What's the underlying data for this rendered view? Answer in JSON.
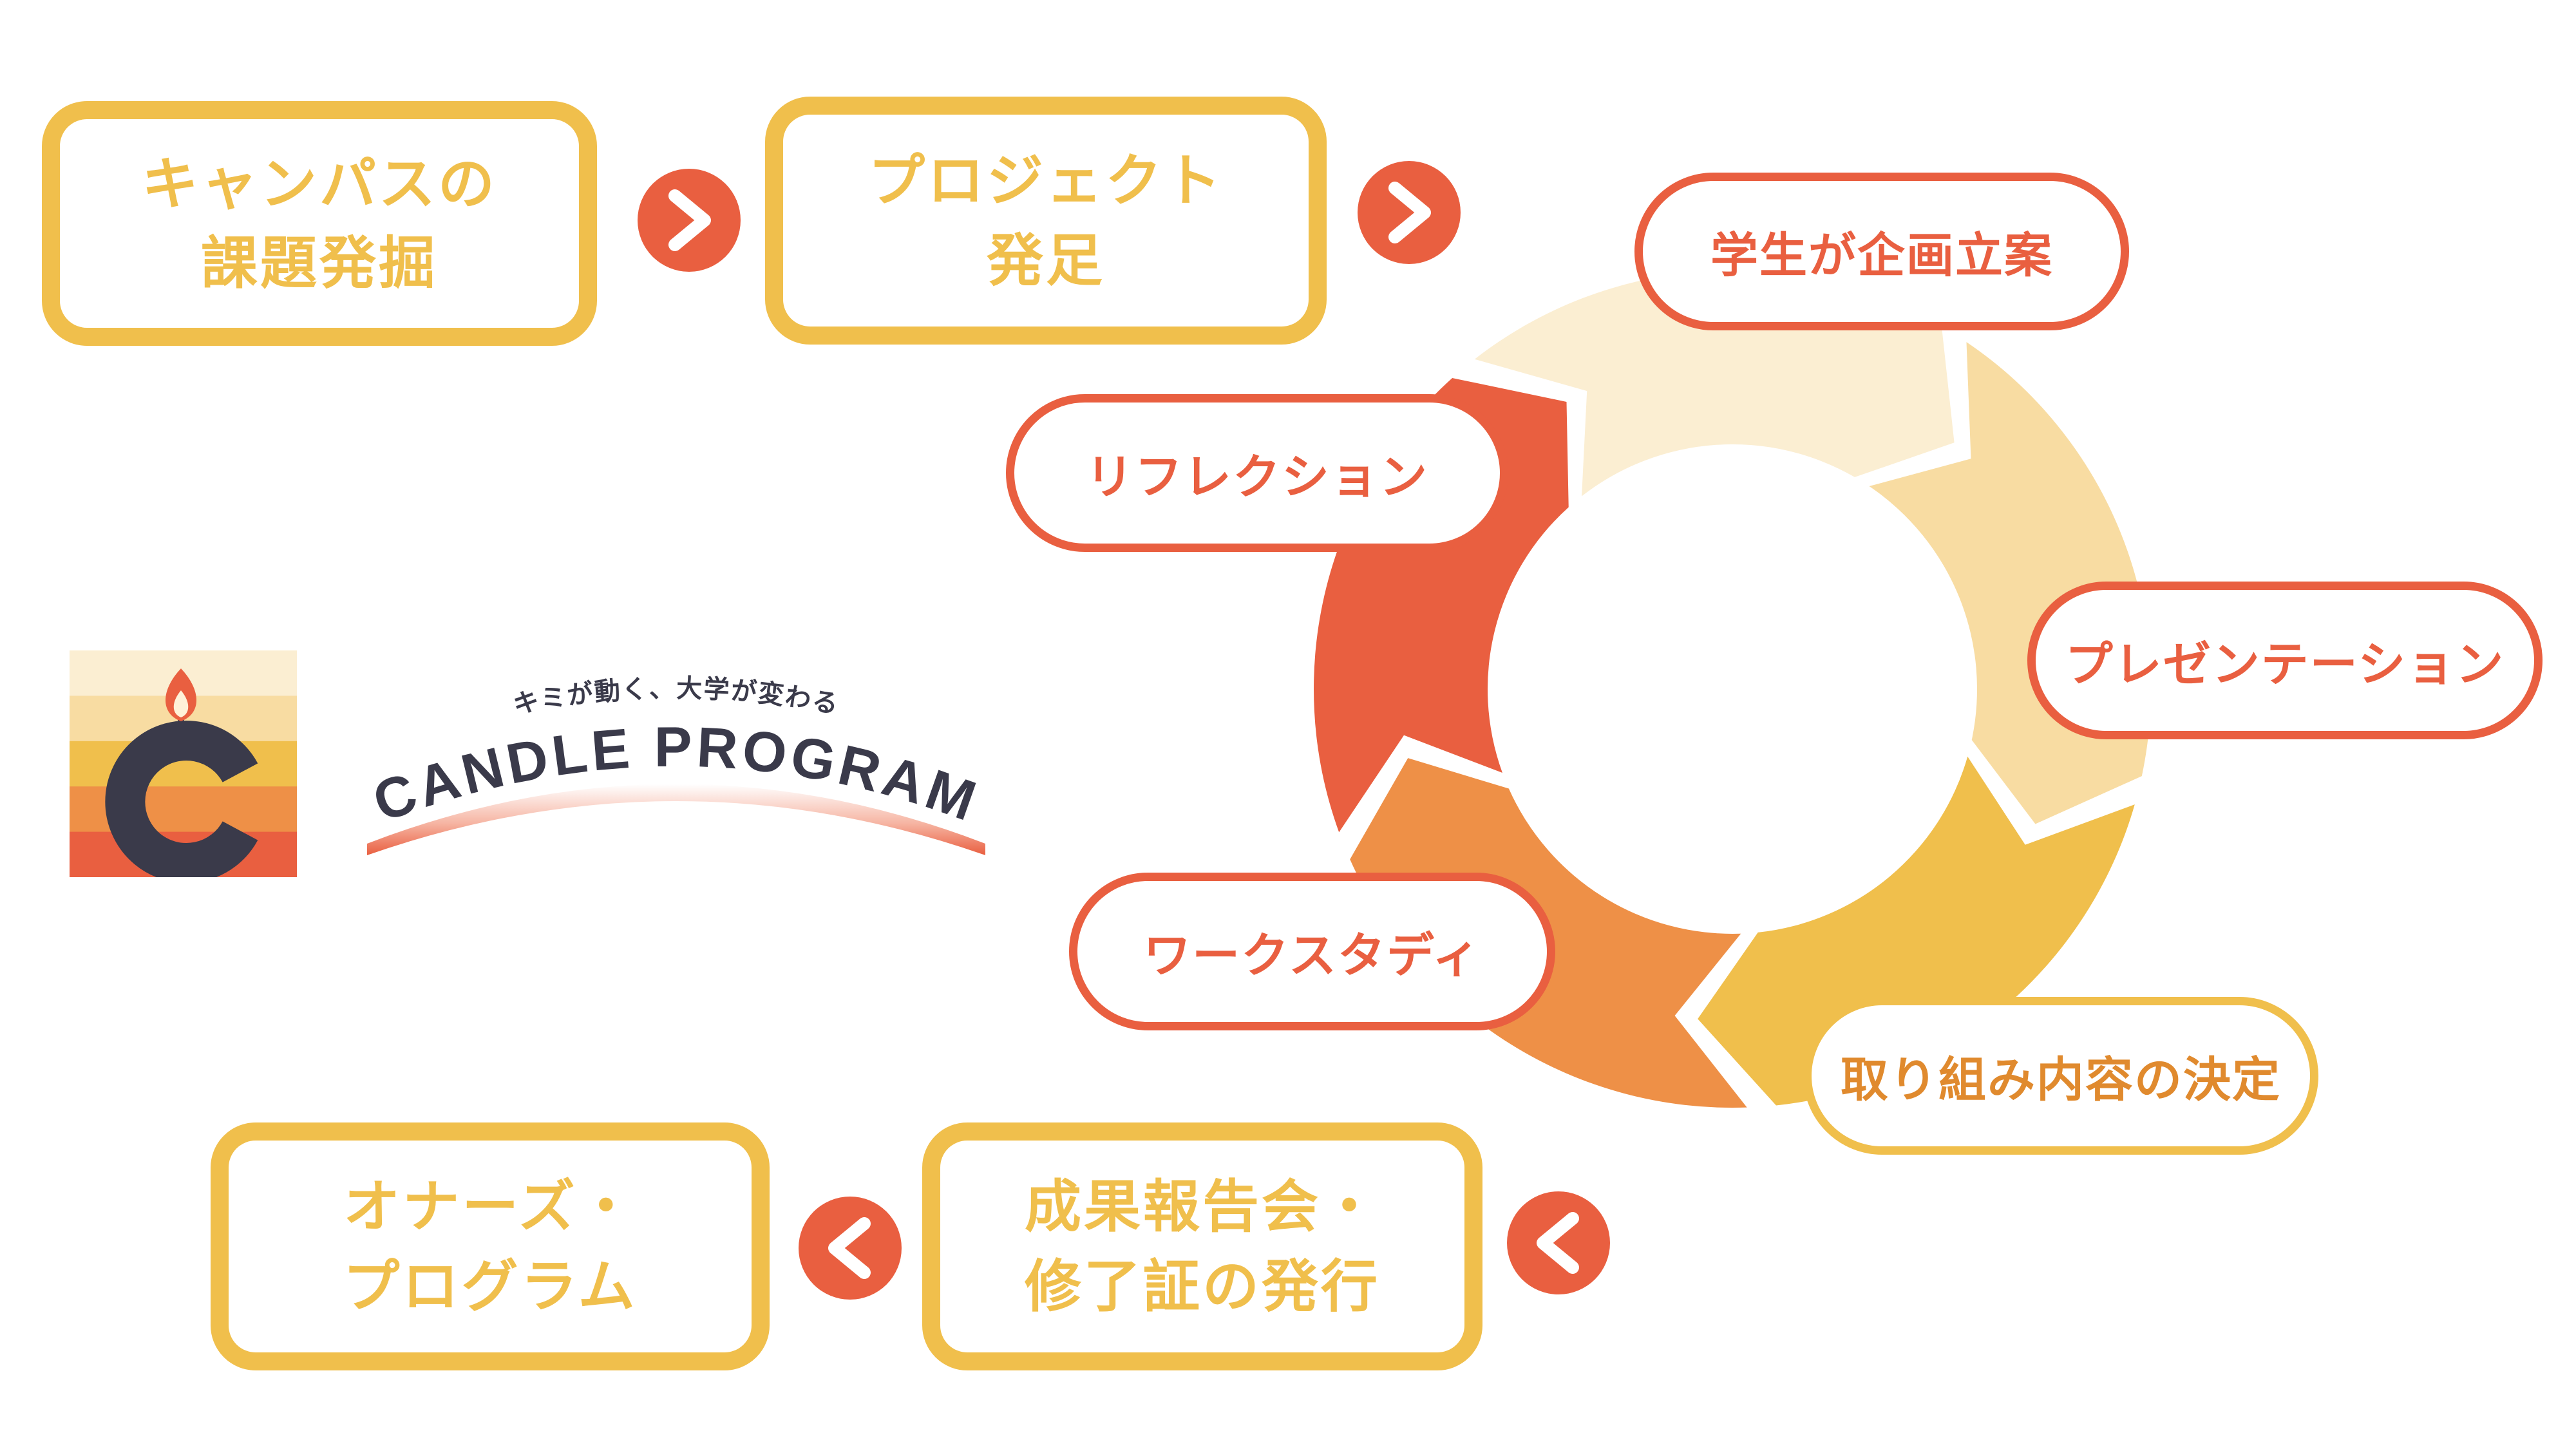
{
  "top_flow": {
    "step1": [
      "キャンパスの",
      "課題発掘"
    ],
    "step2": [
      "プロジェクト",
      "発足"
    ]
  },
  "bottom_flow": {
    "step1": [
      "成果報告会・",
      "修了証の発行"
    ],
    "step2": [
      "オナーズ・",
      "プログラム"
    ]
  },
  "cycle": {
    "stages": [
      {
        "label": "学生が企画立案",
        "color": "#fbeed2"
      },
      {
        "label": "プレゼンテーション",
        "color": "#f8dca2"
      },
      {
        "label": "取り組み内容の決定",
        "color": "#f0bf4c"
      },
      {
        "label": "ワークスタディ",
        "color": "#ee9047"
      },
      {
        "label": "リフレクション",
        "color": "#e95f40"
      }
    ]
  },
  "logo": {
    "tagline": "キミが動く、大学が変わる",
    "name": "CANDLE PROGRAM",
    "icon": "candle-c-icon",
    "stripe_colors": [
      "#fbeed2",
      "#f8dca2",
      "#f0bf4c",
      "#ee9047",
      "#e95f40"
    ]
  },
  "colors": {
    "accent": "#e95f40",
    "gold": "#f0bf4c",
    "navy": "#3a3a4a"
  }
}
